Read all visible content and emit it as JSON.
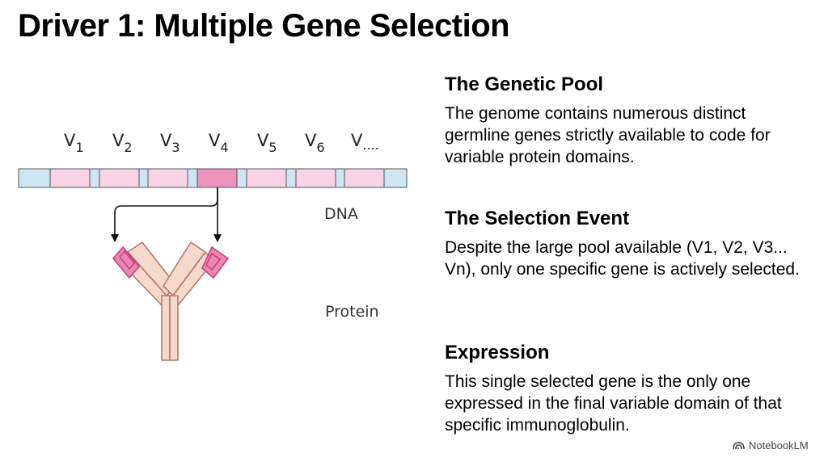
{
  "title": "Driver 1: Multiple Gene Selection",
  "diagram": {
    "gene_labels": [
      {
        "letter": "V",
        "sub": "1"
      },
      {
        "letter": "V",
        "sub": "2"
      },
      {
        "letter": "V",
        "sub": "3"
      },
      {
        "letter": "V",
        "sub": "4"
      },
      {
        "letter": "V",
        "sub": "5"
      },
      {
        "letter": "V",
        "sub": "6"
      },
      {
        "letter": "V",
        "sub": "...."
      }
    ],
    "selected_gene_index": 3,
    "dna_label": "DNA",
    "protein_label": "Protein",
    "colors": {
      "dna_spacer": "#cde6f2",
      "gene_segment": "#f7d3e3",
      "selected_segment": "#ec94bb",
      "antibody_fill": "#f6d9cc",
      "antibody_stroke": "#b5776a",
      "variable_domain": "#ee86b3",
      "variable_stroke": "#c2417e"
    }
  },
  "sections": [
    {
      "heading": "The Genetic Pool",
      "body": "The genome contains numerous distinct germline genes strictly available to code for variable protein domains."
    },
    {
      "heading": "The Selection Event",
      "body": "Despite the large pool available (V1, V2, V3... Vn), only one specific gene is actively selected."
    },
    {
      "heading": "Expression",
      "body": "This single selected gene is the only one expressed in the final variable domain of that specific immunoglobulin."
    }
  ],
  "watermark": {
    "text": "NotebookLM",
    "icon": "notebooklm-logo-icon"
  }
}
